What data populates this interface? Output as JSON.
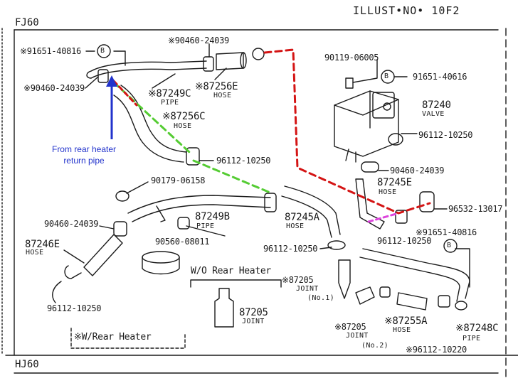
{
  "header": {
    "illust": "ILLUST•NO• 10F2",
    "model_top": "FJ60",
    "model_bottom": "HJ60"
  },
  "annotation": {
    "line1": "From rear heater",
    "line2": "return pipe"
  },
  "parts": [
    {
      "id": "p1",
      "number": "※91651-40816"
    },
    {
      "id": "p2",
      "number": "※90460-24039"
    },
    {
      "id": "p3",
      "number": "※90460-24039"
    },
    {
      "id": "p4",
      "number": "※87249C",
      "desc": "PIPE"
    },
    {
      "id": "p5",
      "number": "※87256E",
      "desc": "HOSE"
    },
    {
      "id": "p6",
      "number": "※87256C",
      "desc": "HOSE"
    },
    {
      "id": "p7",
      "number": "96112-10250"
    },
    {
      "id": "p8",
      "number": "90179-06158"
    },
    {
      "id": "p9",
      "number": "90460-24039"
    },
    {
      "id": "p10",
      "number": "87249B",
      "desc": "PIPE"
    },
    {
      "id": "p11",
      "number": "90560-08011"
    },
    {
      "id": "p12",
      "number": "87246E",
      "desc": "HOSE"
    },
    {
      "id": "p13",
      "number": "96112-10250"
    },
    {
      "id": "p14",
      "number": "90119-06005"
    },
    {
      "id": "p15",
      "number": "91651-40616"
    },
    {
      "id": "p16",
      "number": "87240",
      "desc": "VALVE"
    },
    {
      "id": "p17",
      "number": "96112-10250"
    },
    {
      "id": "p18",
      "number": "90460-24039"
    },
    {
      "id": "p19",
      "number": "87245E",
      "desc": "HOSE"
    },
    {
      "id": "p20",
      "number": "96532-13017"
    },
    {
      "id": "p21",
      "number": "87245A",
      "desc": "HOSE"
    },
    {
      "id": "p22",
      "number": "※91651-40816"
    },
    {
      "id": "p23",
      "number": "96112-10250"
    },
    {
      "id": "p24",
      "number": "96112-10250"
    },
    {
      "id": "p25",
      "number": "※87205",
      "desc": "JOINT",
      "sub2": "(No.1)"
    },
    {
      "id": "p26",
      "number": "87205",
      "desc": "JOINT"
    },
    {
      "id": "p27",
      "number": "※87205",
      "desc": "JOINT",
      "sub2": "(No.2)"
    },
    {
      "id": "p28",
      "number": "※87255A",
      "desc": "HOSE"
    },
    {
      "id": "p29",
      "number": "※87248C",
      "desc": "PIPE"
    },
    {
      "id": "p30",
      "number": "※96112-10220"
    }
  ],
  "bolt_marker": "B",
  "groups": {
    "wo_rear_heater": "W/O Rear Heater",
    "w_rear_heater": "※W/Rear Heater"
  },
  "colors": {
    "red_dash": "#d41414",
    "green_dash": "#55cc33",
    "magenta_dash": "#dd44dd",
    "blue_arrow": "#2233cc",
    "ink": "#1a1a1a"
  }
}
